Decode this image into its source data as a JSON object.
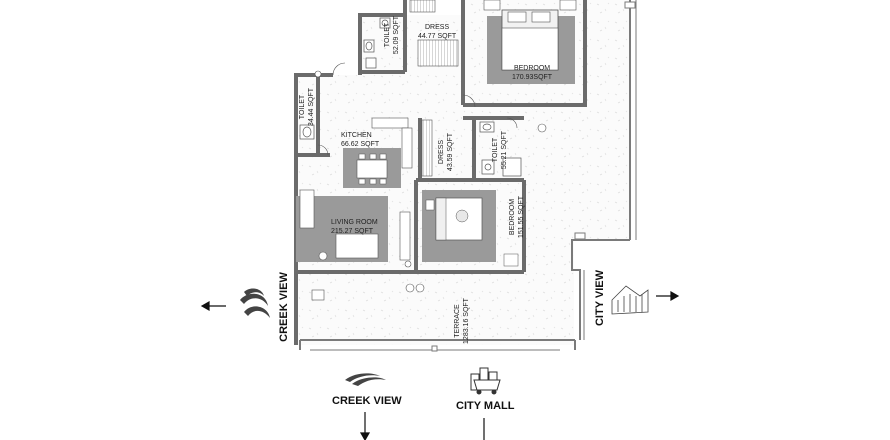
{
  "rooms": {
    "dress_top": {
      "name": "DRESS",
      "area": "44.77 SQFT"
    },
    "toilet_top": {
      "name": "TOILET",
      "area": "52.09 SQFT"
    },
    "bedroom_master": {
      "name": "BEDROOM",
      "area": "170.93SQFT"
    },
    "toilet_left": {
      "name": "TOILET",
      "area": "34.44 SQFT"
    },
    "kitchen": {
      "name": "KITCHEN",
      "area": "66.62 SQFT"
    },
    "dress_mid": {
      "name": "DRESS",
      "area": "43.59 SQFT"
    },
    "toilet_mid": {
      "name": "TOILET",
      "area": "55.21 SQFT"
    },
    "living": {
      "name": "LIVING ROOM",
      "area": "215.27 SQFT"
    },
    "bedroom_second": {
      "name": "BEDROOM",
      "area": "151.55 SQFT"
    },
    "terrace": {
      "name": "TERRACE",
      "area": "1283.16 SQFT"
    }
  },
  "views": {
    "creek_left": "CREEK VIEW",
    "creek_bottom": "CREEK VIEW",
    "city_mall": "CITY MALL",
    "city_view": "CITY VIEW"
  },
  "colors": {
    "wall": "#6b6b6b",
    "rug": "#9a9a9a",
    "floor_pattern": "#e6e6e6"
  }
}
